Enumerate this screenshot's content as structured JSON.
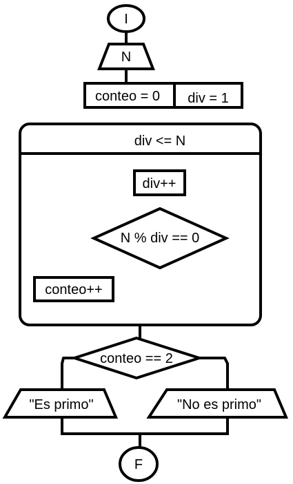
{
  "flowchart": {
    "start": "I",
    "input": "N",
    "init": {
      "conteo": "conteo = 0",
      "div": "div = 1"
    },
    "loop": {
      "condition": "div <= N",
      "increment": "div++",
      "decision": "N % div == 0",
      "on_true": "conteo++"
    },
    "final_decision": "conteo == 2",
    "output_left": "\"Es primo\"",
    "output_right": "\"No es primo\"",
    "end": "F"
  }
}
